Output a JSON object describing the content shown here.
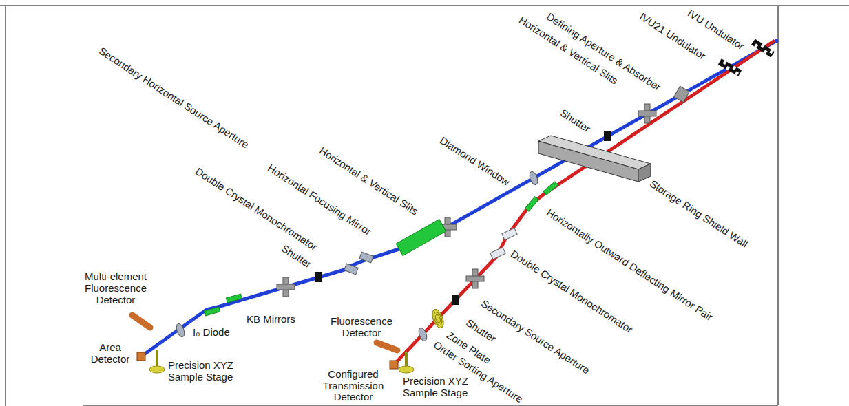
{
  "diagram": {
    "labels": [
      "IVU Undulator",
      "IVU21 Undulator",
      "Defining Aperture & Absorber",
      "Horizontal & Vertical Slits",
      "Shutter",
      "Diamond Window",
      "Storage Ring Shield Wall",
      "Horizontal & Vertical Slits",
      "Horizontal Focusing Mirror",
      "Double Crystal Monochromator",
      "Shutter",
      "Secondary Horizontal Source Aperture",
      "Horizontally Outward Deflecting Mirror Pair",
      "Double Crystal Monochromator",
      "Secondary Source Aperture",
      "Shutter",
      "Zone Plate",
      "Order Sorting Aperture",
      "Multi-element Fluorescence Detector",
      "KB Mirrors",
      "I₀ Diode",
      "Area Detector",
      "Precision XYZ Sample Stage",
      "Fluorescence Detector",
      "Configured Transmission Detector",
      "Precision XYZ Sample Stage"
    ]
  }
}
